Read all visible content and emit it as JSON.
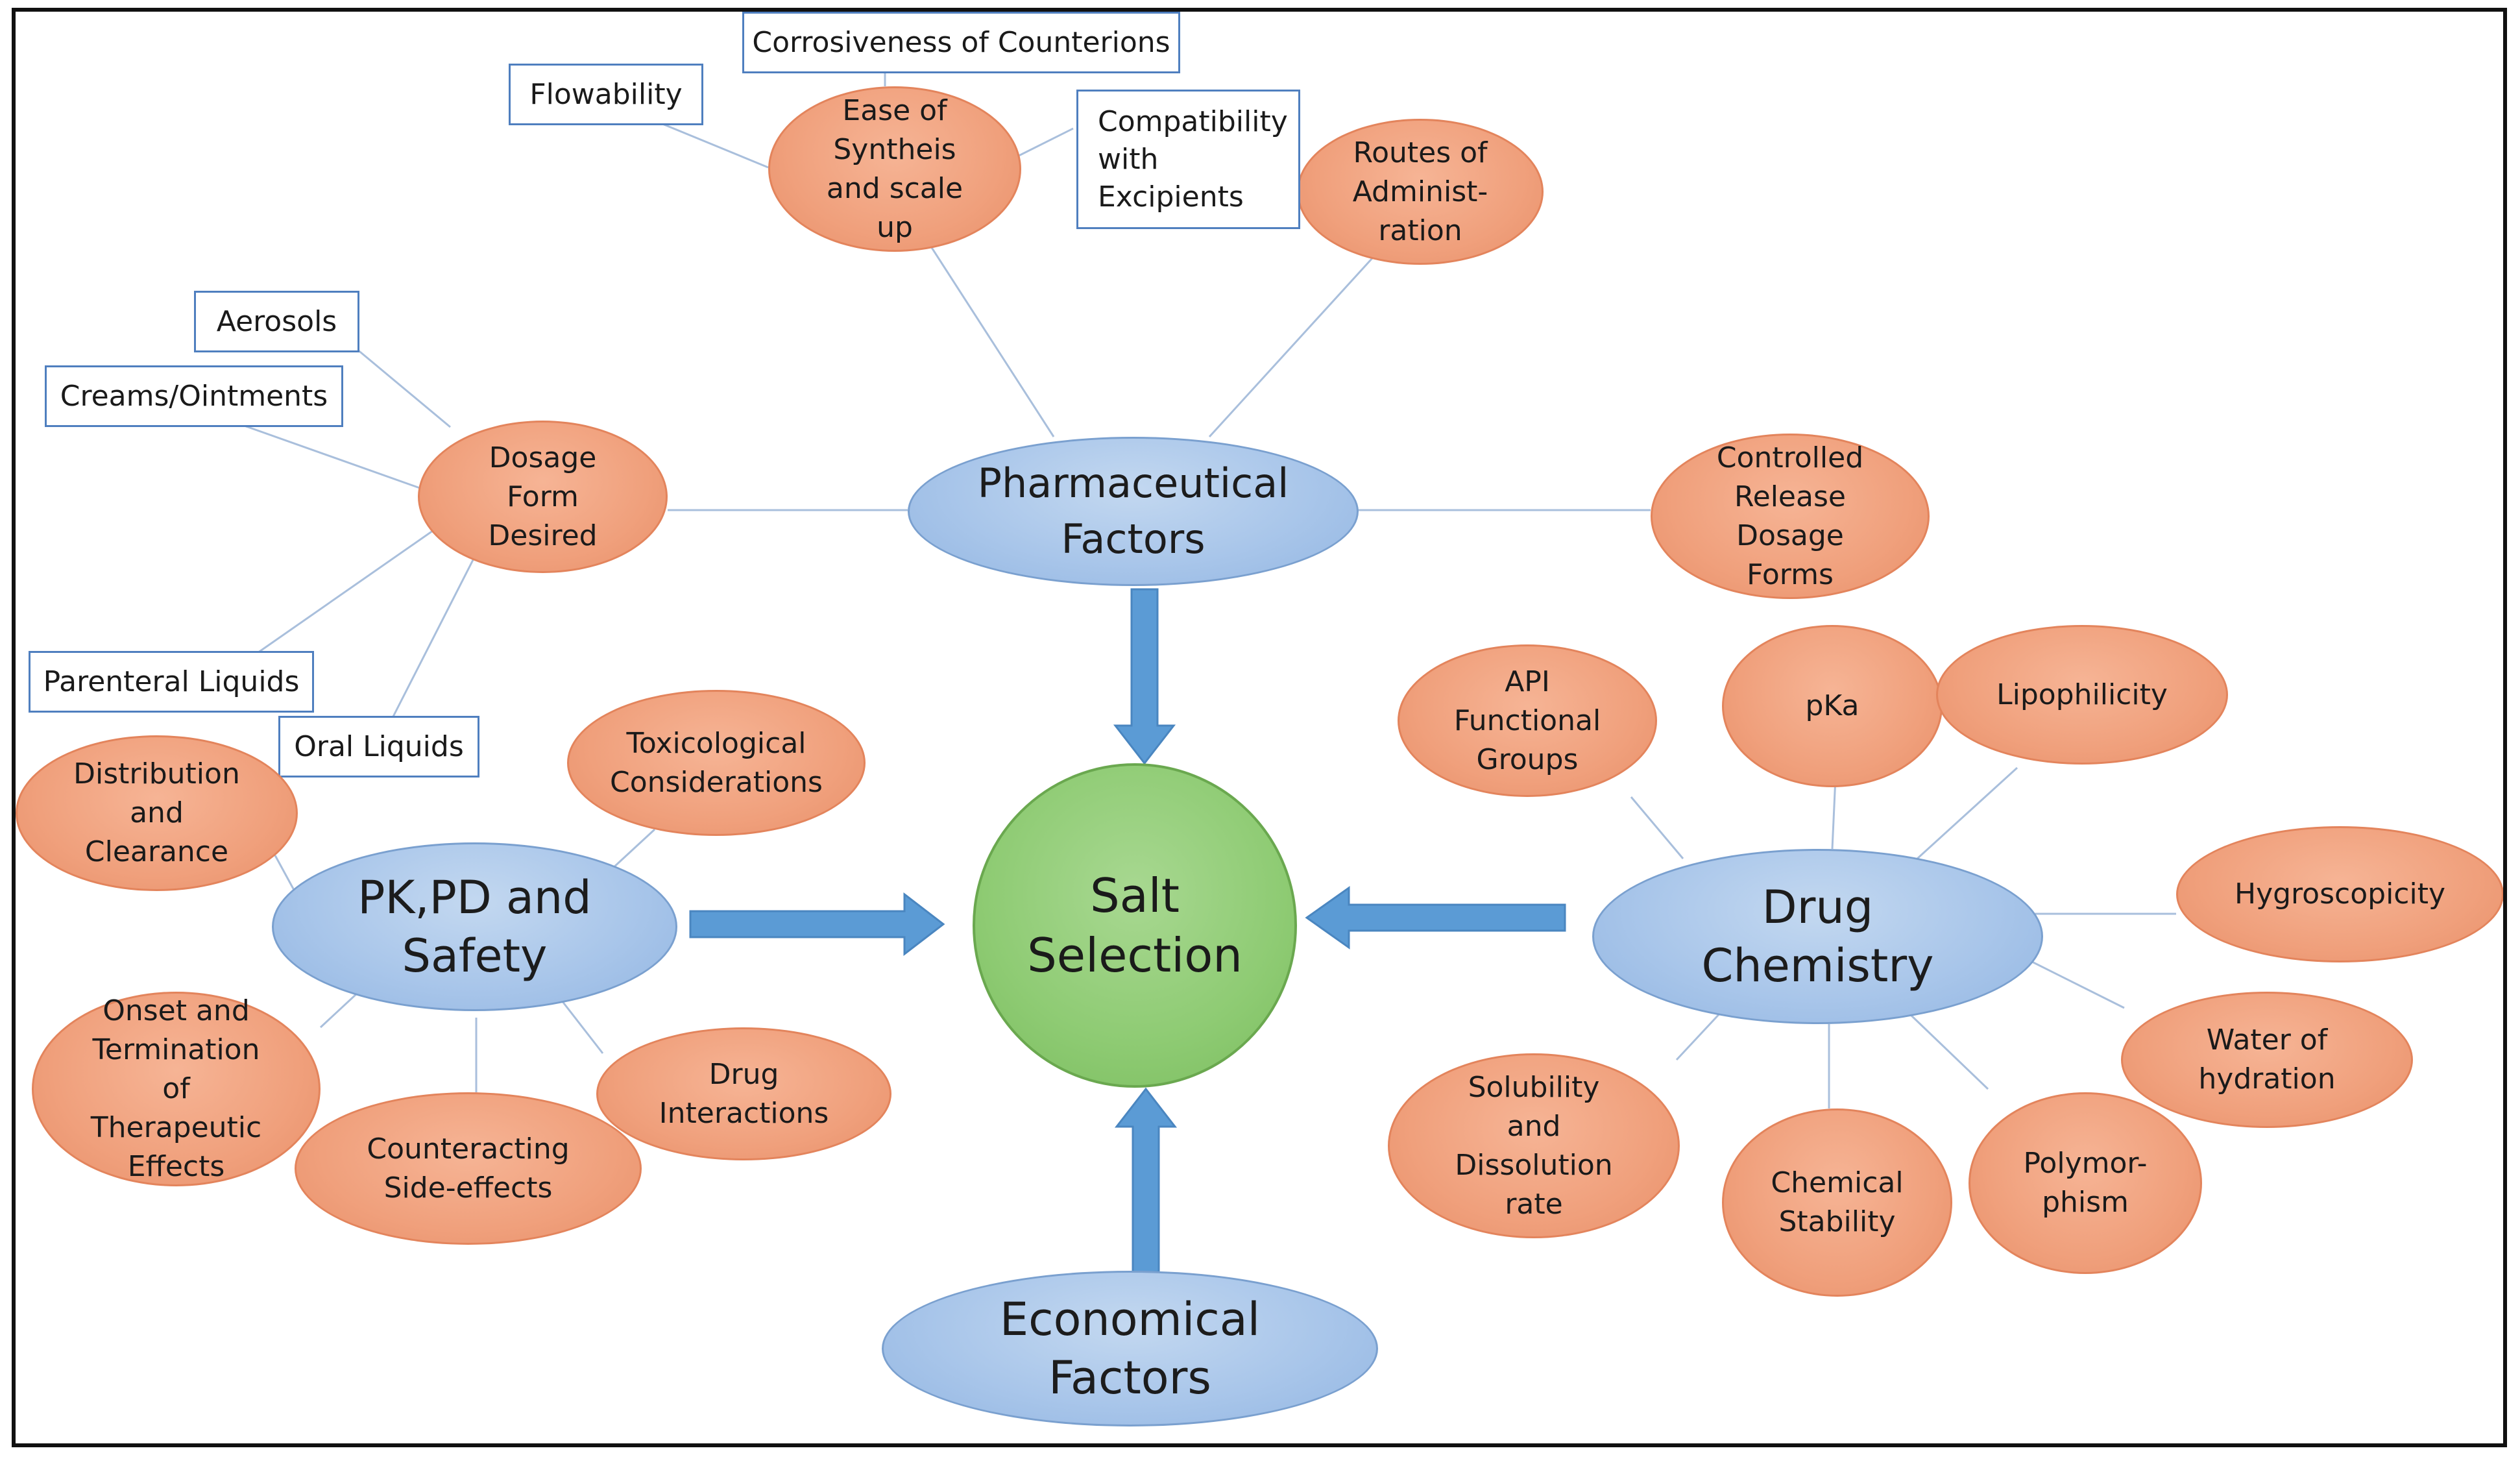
{
  "center": {
    "label": "Salt\nSelection"
  },
  "hubs": {
    "pharmaceutical": "Pharmaceutical\nFactors",
    "pk_pd_safety": "PK,PD and\nSafety",
    "drug_chemistry": "Drug\nChemistry",
    "economical": "Economical\nFactors"
  },
  "pharmaceutical_factors": {
    "ease_of_synthesis": "Ease of\nSyntheis\nand scale\nup",
    "routes_of_administration": "Routes of\nAdminist-\nration",
    "dosage_form_desired": "Dosage\nForm\nDesired",
    "controlled_release": "Controlled\nRelease\nDosage\nForms"
  },
  "synthesis_details": {
    "corrosiveness": "Corrosiveness of Counterions",
    "flowability": "Flowability",
    "compatibility": "Compatibility\nwith\nExcipients"
  },
  "dosage_forms": {
    "aerosols": "Aerosols",
    "creams": "Creams/Ointments",
    "parenteral": "Parenteral Liquids",
    "oral": "Oral Liquids"
  },
  "pk_pd_factors": {
    "toxicological": "Toxicological\nConsiderations",
    "distribution": "Distribution\nand\nClearance",
    "onset": "Onset and\nTermination\nof\nTherapeutic\nEffects",
    "counteracting": "Counteracting\nSide-effects",
    "drug_interactions": "Drug\nInteractions"
  },
  "drug_chemistry_factors": {
    "api_groups": "API\nFunctional\nGroups",
    "pka": "pKa",
    "lipophilicity": "Lipophilicity",
    "hygroscopicity": "Hygroscopicity",
    "water_of_hydration": "Water of\nhydration",
    "polymorphism": "Polymor-\nphism",
    "chemical_stability": "Chemical\nStability",
    "solubility": "Solubility\nand\nDissolution\nrate"
  },
  "colors": {
    "hub_fill": "#a9c6ea",
    "factor_fill": "#f0a07c",
    "center_fill": "#8ecb73",
    "arrow_fill": "#5b9bd5",
    "box_border": "#4f7fbf",
    "connector": "#a9bfdc"
  }
}
